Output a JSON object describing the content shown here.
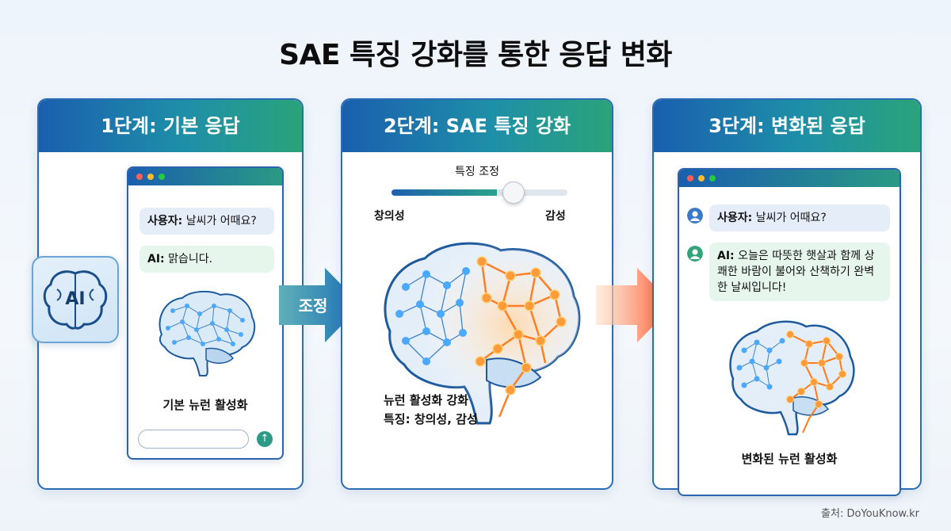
{
  "title": "SAE 특징 강화를 통한 응답 변화",
  "stages": [
    {
      "heading": "1단계: 기본 응답",
      "user_prefix": "사용자:",
      "user_text": " 날씨가 어때요?",
      "ai_prefix": "AI:",
      "ai_text": " 맑습니다.",
      "caption": "기본 뉴런 활성화",
      "ai_badge": "AI"
    },
    {
      "heading": "2단계: SAE 특징 강화",
      "slider_title": "특징 조정",
      "slider_left": "창의성",
      "slider_right": "감성",
      "slider_level": 0.68,
      "caption_line1": "뉴런 활성화 강화",
      "caption_line2": "특징: 창의성, 감성"
    },
    {
      "heading": "3단계: 변화된 응답",
      "user_prefix": "사용자:",
      "user_text": " 날씨가 어때요?",
      "ai_prefix": "AI:",
      "ai_text": " 오늘은 따뜻한 햇살과 함께 상쾌한 바람이 불어와 산책하기 완벽한 날씨입니다!",
      "caption": "변화된 뉴런 활성화"
    }
  ],
  "arrow_label": "조정",
  "source": "출처: DoYouKnow.kr",
  "colors": {
    "header_start": "#1a5fae",
    "header_end": "#2aa37a",
    "node_blue": "#3fa4ff",
    "node_orange": "#ff8c2a"
  },
  "icons": [
    "send-icon",
    "user-avatar-icon",
    "ai-avatar-icon",
    "brain-icon",
    "arrow-right-icon"
  ]
}
